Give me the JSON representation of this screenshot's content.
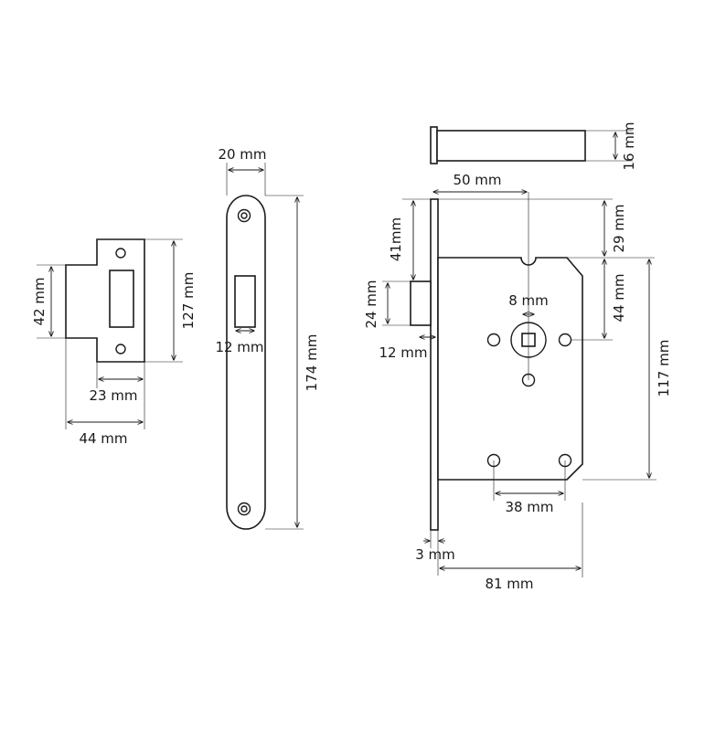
{
  "strike_plate": {
    "height_42": "42 mm",
    "height_127": "127 mm",
    "width_23": "23 mm",
    "width_44": "44 mm"
  },
  "forend": {
    "width_20": "20 mm",
    "slot_12": "12 mm",
    "height_174": "174 mm"
  },
  "lock_body": {
    "follower_16": "16 mm",
    "backset_50": "50 mm",
    "d41": "41mm",
    "d29": "29 mm",
    "d24": "24 mm",
    "spindle_8": "8 mm",
    "d44": "44 mm",
    "d12": "12 mm",
    "d117": "117 mm",
    "d38": "38 mm",
    "d3": "3 mm",
    "d81": "81 mm"
  }
}
